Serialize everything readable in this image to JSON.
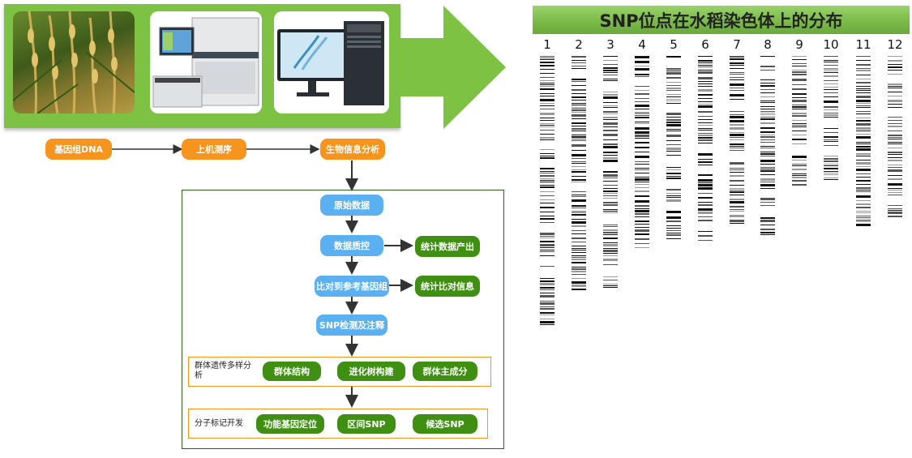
{
  "workflow": {
    "top_steps": [
      "基因组DNA",
      "上机测序",
      "生物信息分析"
    ],
    "pipeline": [
      "原始数据",
      "数据质控",
      "比对到参考基因组",
      "SNP检测及注释"
    ],
    "side_outputs": [
      "统计数据产出",
      "统计比对信息"
    ],
    "groups": [
      {
        "label": "群体遗传多样分析",
        "items": [
          "群体结构",
          "进化树构建",
          "群体主成分"
        ]
      },
      {
        "label": "分子标记开发",
        "items": [
          "功能基因定位",
          "区间SNP",
          "候选SNP"
        ]
      }
    ],
    "photos": [
      "rice-plant",
      "sequencer",
      "computer"
    ]
  },
  "snp_chart": {
    "title": "SNP位点在水稻染色体上的分布",
    "chromosomes": [
      "1",
      "2",
      "3",
      "4",
      "5",
      "6",
      "7",
      "8",
      "9",
      "10",
      "11",
      "12"
    ],
    "relative_lengths": [
      1.0,
      0.87,
      0.9,
      0.72,
      0.68,
      0.69,
      0.65,
      0.67,
      0.51,
      0.46,
      0.64,
      0.6
    ]
  },
  "colors": {
    "banner_green": "#7dc243",
    "orange": "#f7941d",
    "blue": "#5bb0f2",
    "dark_green": "#3f8f12"
  }
}
